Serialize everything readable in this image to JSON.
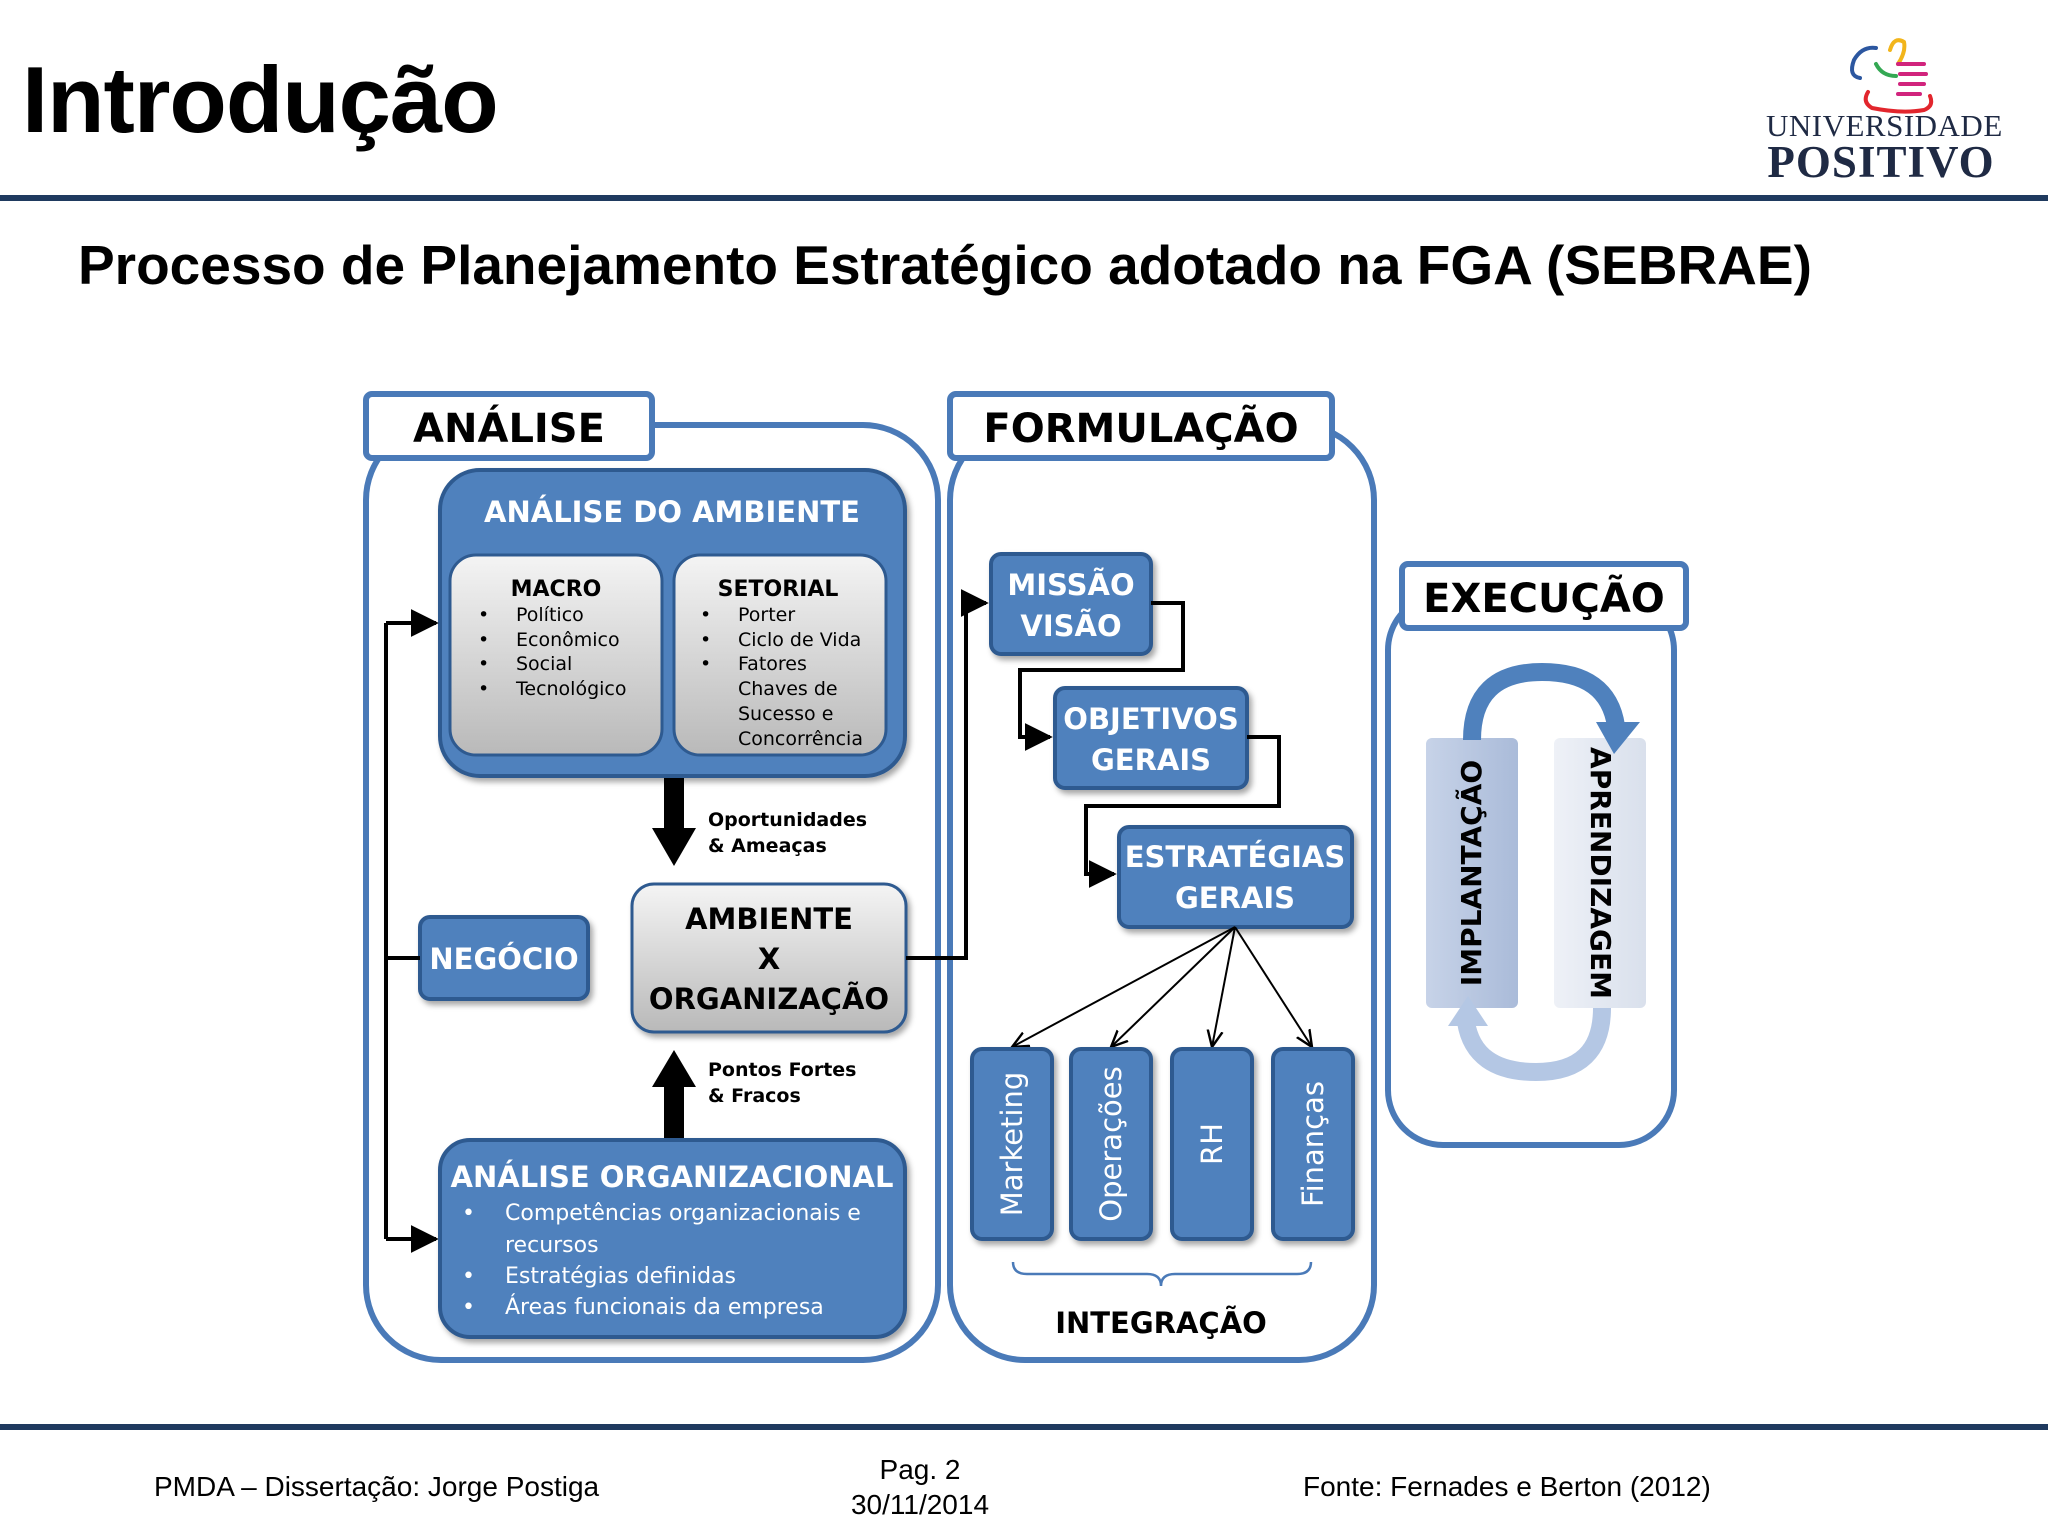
{
  "slide": {
    "title": "Introdução",
    "subtitle": "Processo de Planejamento Estratégico adotado na FGA (SEBRAE)"
  },
  "logo": {
    "line1": "UNIVERSIDADE",
    "line2": "POSITIVO",
    "icon": "thumbs-up-hand-icon"
  },
  "diagram": {
    "analise": {
      "title": "ANÁLISE",
      "ambiente": {
        "title": "ANÁLISE DO AMBIENTE",
        "macro": {
          "title": "MACRO",
          "items": [
            "Político",
            "Econômico",
            "Social",
            "Tecnológico"
          ]
        },
        "setorial": {
          "title": "SETORIAL",
          "items": [
            "Porter",
            "Ciclo de Vida",
            "Fatores"
          ],
          "continuation": [
            "Chaves de",
            "Sucesso e",
            "Concorrência"
          ]
        }
      },
      "oportunidades": [
        "Oportunidades",
        "& Ameaças"
      ],
      "ambiente_x_org": [
        "AMBIENTE",
        "X",
        "ORGANIZAÇÃO"
      ],
      "negocio": "NEGÓCIO",
      "pontos": [
        "Pontos Fortes",
        "& Fracos"
      ],
      "organizacional": {
        "title": "ANÁLISE ORGANIZACIONAL",
        "items": [
          "Competências organizacionais e",
          "Estratégias definidas",
          "Áreas funcionais da empresa"
        ],
        "continuation": "recursos"
      }
    },
    "formulacao": {
      "title": "FORMULAÇÃO",
      "missao": [
        "MISSÃO",
        "VISÃO"
      ],
      "objetivos": [
        "OBJETIVOS",
        "GERAIS"
      ],
      "estrategias": [
        "ESTRATÉGIAS",
        "GERAIS"
      ],
      "areas": [
        "Marketing",
        "Operações",
        "RH",
        "Finanças"
      ],
      "integracao": "INTEGRAÇÃO"
    },
    "execucao": {
      "title": "EXECUÇÃO",
      "implantacao": "IMPLANTAÇÃO",
      "aprendizagem": "APRENDIZAGEM"
    }
  },
  "footer": {
    "left": "PMDA – Dissertação: Jorge Postiga",
    "page": "Pag. 2",
    "date": "30/11/2014",
    "right": "Fonte: Fernades e Berton (2012)"
  },
  "colors": {
    "blue": "#4f81bd",
    "dark_blue": "#2e5a90",
    "frame_blue": "#4a7ab8",
    "rule": "#1f3a5f"
  }
}
